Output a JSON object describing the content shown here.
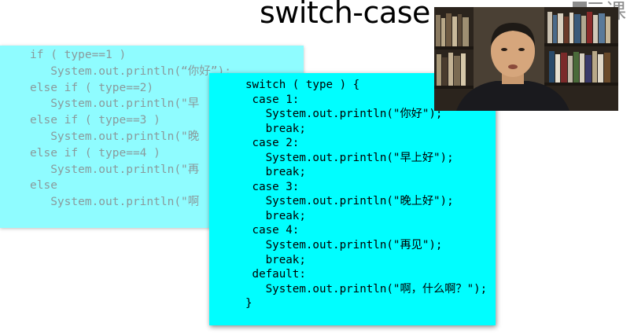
{
  "slide": {
    "title": "switch-case",
    "watermark": "云课"
  },
  "if_else_code": [
    "if ( type==1 )",
    "   System.out.println(“你好”);",
    "else if ( type==2)",
    "   System.out.println(\"早",
    "else if ( type==3 )",
    "   System.out.println(\"晚",
    "else if ( type==4 )",
    "   System.out.println(\"再",
    "else",
    "   System.out.println(\"啊"
  ],
  "switch_code": [
    "switch ( type ) {",
    " case 1:",
    "   System.out.println(\"你好\");",
    "   break;",
    " case 2:",
    "   System.out.println(\"早上好\");",
    "   break;",
    " case 3:",
    "   System.out.println(\"晚上好\");",
    "   break;",
    " case 4:",
    "   System.out.println(\"再见\");",
    "   break;",
    " default:",
    "   System.out.println(\"啊，什么啊？\");",
    "}"
  ],
  "colors": {
    "front_panel": "#00feff",
    "back_panel": "#8ffcff"
  }
}
